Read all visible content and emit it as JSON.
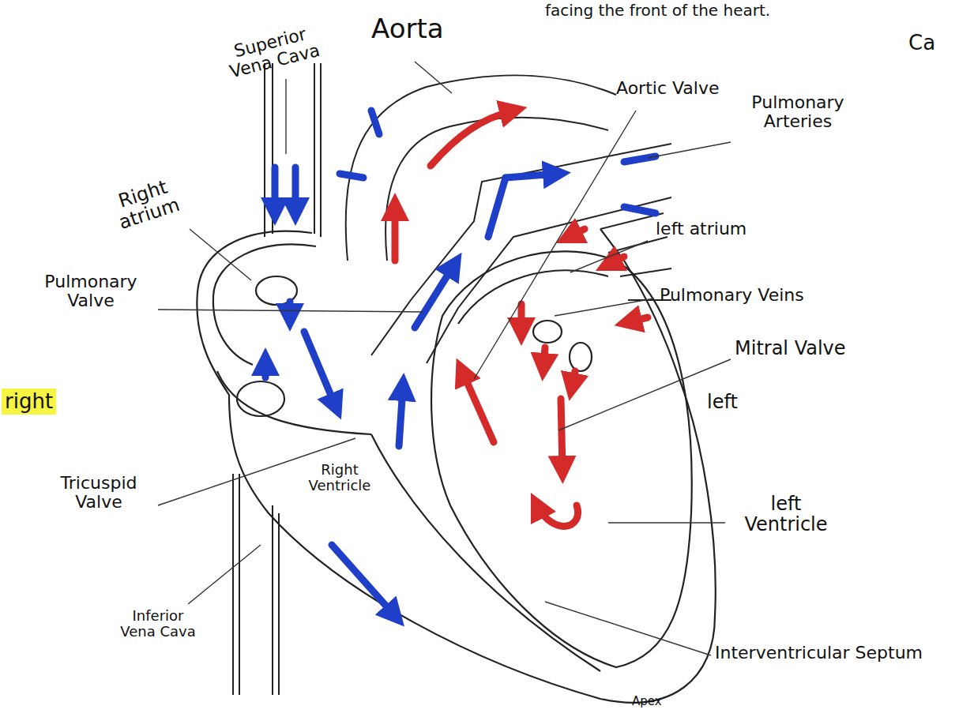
{
  "diagram": {
    "labels": [
      "facing the front of the heart.",
      "Ca",
      "Aorta",
      "Superior Vena Cava",
      "Aortic Valve",
      "Pulmonary Arteries",
      "Right atrium",
      "Pulmonary Valve",
      "left atrium",
      "Pulmonary Veins",
      "Mitral Valve",
      "right",
      "left",
      "Tricuspid Valve",
      "Right Ventricle",
      "left Ventricle",
      "Inferior Vena Cava",
      "Interventricular Septum",
      "Apex"
    ]
  }
}
